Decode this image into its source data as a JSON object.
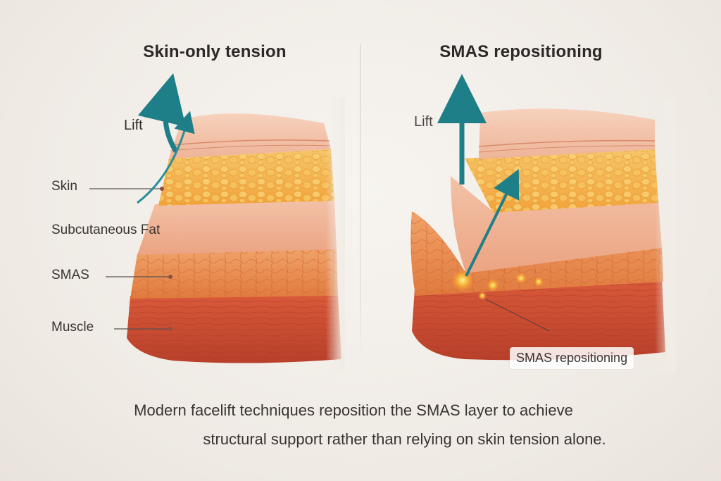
{
  "panels": {
    "left": {
      "title": "Skin-only tension",
      "lift_label": "Lift",
      "layers": {
        "skin": "Skin",
        "fat": "Subcutaneous Fat",
        "smas": "SMAS",
        "muscle": "Muscle"
      }
    },
    "right": {
      "title": "SMAS repositioning",
      "lift_label": "Lift",
      "callout": "SMAS repositioning"
    }
  },
  "caption": {
    "line1": "Modern facelift techniques reposition the SMAS layer to achieve",
    "line2": "structural support rather than relying on skin tension alone."
  },
  "colors": {
    "arrow": "#1f7f88",
    "skin": "#f1b79c",
    "fat": "#f6b23c",
    "smas": "#e88a4a",
    "muscle": "#c9482e"
  }
}
